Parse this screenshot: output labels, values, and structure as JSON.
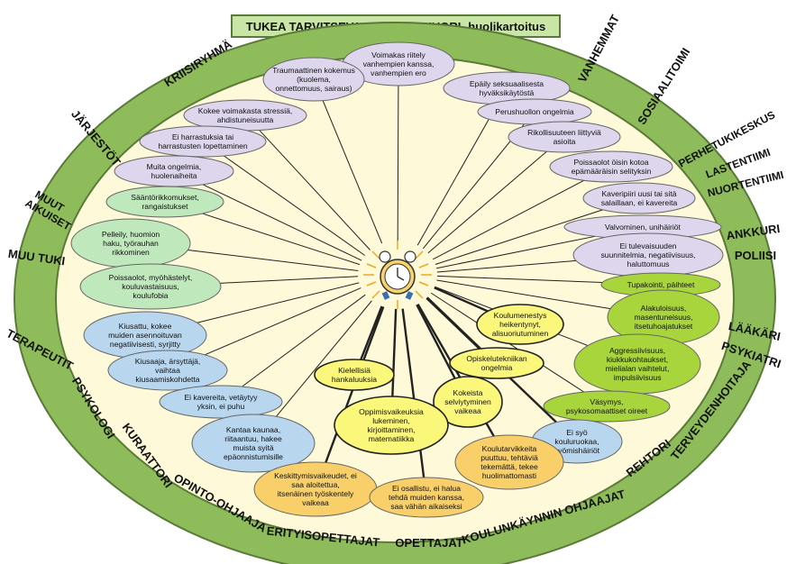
{
  "title": "TUKEA TARVITSEVA LAPSI TAI NUORI -huolikartoitus",
  "center_icon": "alarm-clock-icon",
  "colors": {
    "ring": "#8fbc5a",
    "ring_edge": "#5a7a3a",
    "inner": "#fdf9d9",
    "lavender": "#ddd6ec",
    "mint": "#bfe8bd",
    "blue": "#b8d6ee",
    "yellow": "#fbf77a",
    "orange": "#f8cf68",
    "lime": "#a8d43c"
  },
  "ring_labels": [
    "KRIISIRYHMÄ",
    "VANHEMMAT",
    "SOSIAALITOIMI",
    "PERHETUKIKESKUS",
    "LASTENTIIMI",
    "NUORTENTIIMI",
    "ANKKURI",
    "POLIISI",
    "LÄÄKÄRI",
    "PSYKIATRI",
    "TERVEYDENHOITAJA",
    "REHTORI",
    "KOULUNKÄYNNIN OHJAAJAT",
    "OPETTAJAT",
    "ERITYISOPETTAJAT",
    "OPINTO-OHJAAJA",
    "KURAATTORI",
    "PSYKOLOGI",
    "TERAPEUTIT",
    "MUU TUKI",
    "MUUT AIKUISET",
    "JÄRJESTÖT"
  ],
  "concerns": [
    "Voimakas riitely vanhempien kanssa, vanhempien ero",
    "Traumaattinen kokemus (kuolema, onnettomuus, sairaus)",
    "Epäily seksuaalisesta hyväksikäytöstä",
    "Kokee voimakasta stressiä, ahdistuneisuutta",
    "Perushuollon ongelmia",
    "Ei harrastuksia tai harrastusten lopettaminen",
    "Rikollisuuteen liittyviä asioita",
    "Muita ongelmia, huolenaiheita",
    "Poissaolot öisin kotoa epämääräisin selityksin",
    "Sääntörikkomukset, rangaistukset",
    "Kaveripiiri uusi tai sitä salaillaan, ei kavereita",
    "Pelleily, huomion haku, työrauhan rikkominen",
    "Valvominen, unihäiriöt",
    "Ei tulevaisuuden suunnitelmia, negatiivisuus, haluttomuus",
    "Poissaolot, myöhästelyt, kouluvastaisuus, koulufobia",
    "Tupakointi, päihteet",
    "Kiusattu, kokee muiden asennoituvan negatiivisesti, syrjitty",
    "Alakuloisuus, masentuneisuus, itsetuhoajatukset",
    "Koulumenestys heikentynyt, alisuoriutuminen",
    "Aggressiivisuus, kiukkukohtaukset, mielialan vaihtelut, impulsiivisuus",
    "Kiusaaja, ärsyttäjä, vaihtaa kiusaamiskohdetta",
    "Opiskelutekniikan ongelmia",
    "Kielellisiä hankaluuksia",
    "Ei kavereita, vetäytyy yksin, ei puhu",
    "Kokeista selviytyminen vaikeaa",
    "Väsymys, psykosomaattiset oireet",
    "Oppimisvaikeuksia lukeminen, kirjoittaminen, matematiikka",
    "Ei syö kouluruokaa, syömishäiriöt",
    "Kantaa kaunaa, riitaantuu, hakee muista syitä epäonnistumisille",
    "Koulutarvikkeita puuttuu, tehtäviä tekemättä, tekee huolimattomasti",
    "Keskittymisvaikeudet, ei saa aloitettua, itsenäinen työskentely vaikeaa",
    "Ei osallistu, ei halua tehdä muiden kanssa, saa vähän aikaiseksi"
  ]
}
